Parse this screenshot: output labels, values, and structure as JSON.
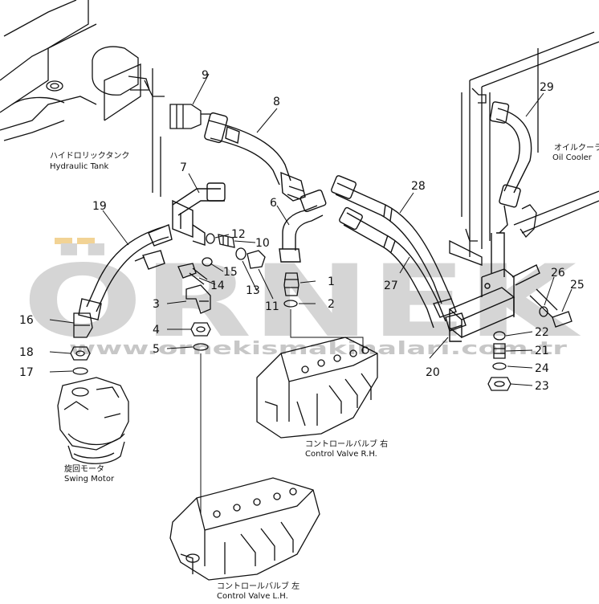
{
  "captions": {
    "hydraulic_tank_jp": "ハイドロリックタンク",
    "hydraulic_tank_en": "Hydraulic Tank",
    "oil_cooler_jp": "オイルクーラ",
    "oil_cooler_en": "Oil Cooler",
    "swing_motor_jp": "旋回モータ",
    "swing_motor_en": "Swing Motor",
    "control_valve_rh_jp": "コントロールバルブ 右",
    "control_valve_rh_en": "Control Valve R.H.",
    "control_valve_lh_jp": "コントロールバルブ 左",
    "control_valve_lh_en": "Control Valve L.H."
  },
  "watermark": {
    "logo": "ÖRNEK",
    "url": "www.ornekismakinalari.com.tr"
  },
  "parts": [
    {
      "id": "p1",
      "num": "1"
    },
    {
      "id": "p2",
      "num": "2"
    },
    {
      "id": "p3",
      "num": "3"
    },
    {
      "id": "p4",
      "num": "4"
    },
    {
      "id": "p5",
      "num": "5"
    },
    {
      "id": "p6",
      "num": "6"
    },
    {
      "id": "p7",
      "num": "7"
    },
    {
      "id": "p8",
      "num": "8"
    },
    {
      "id": "p9",
      "num": "9"
    },
    {
      "id": "p10",
      "num": "10"
    },
    {
      "id": "p11",
      "num": "11"
    },
    {
      "id": "p12",
      "num": "12"
    },
    {
      "id": "p13",
      "num": "13"
    },
    {
      "id": "p14",
      "num": "14"
    },
    {
      "id": "p15",
      "num": "15"
    },
    {
      "id": "p16",
      "num": "16"
    },
    {
      "id": "p17",
      "num": "17"
    },
    {
      "id": "p18",
      "num": "18"
    },
    {
      "id": "p19",
      "num": "19"
    },
    {
      "id": "p20",
      "num": "20"
    },
    {
      "id": "p21",
      "num": "21"
    },
    {
      "id": "p22",
      "num": "22"
    },
    {
      "id": "p23",
      "num": "23"
    },
    {
      "id": "p24",
      "num": "24"
    },
    {
      "id": "p25",
      "num": "25"
    },
    {
      "id": "p26",
      "num": "26"
    },
    {
      "id": "p27",
      "num": "27"
    },
    {
      "id": "p28",
      "num": "28"
    },
    {
      "id": "p29",
      "num": "29"
    }
  ],
  "colors": {
    "ink": "#111111",
    "watermark_grey": "#b4b4b4",
    "watermark_accent": "#e8b040"
  }
}
